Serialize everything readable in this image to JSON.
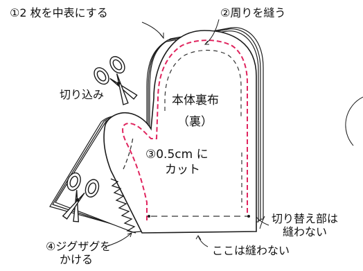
{
  "labels": {
    "step1": "①2 枚を中表にする",
    "step2": "②周りを縫う",
    "notch": "切り込み",
    "body_title": "本体裏布",
    "body_sub": "（裏）",
    "step3_line1": "③0.5cm に",
    "step3_line2": "カット",
    "step4_line1": "④ジグザグを",
    "step4_line2": "かける",
    "switch_line1": "切り替え部は",
    "switch_line2": "縫わない",
    "unsewn": "ここは縫わない"
  },
  "colors": {
    "outline": "#1a1a1a",
    "stitch": "#e0245e",
    "cut_line": "#333333",
    "background": "#ffffff"
  },
  "icons": [
    "scissors-icon",
    "scissors-icon"
  ]
}
